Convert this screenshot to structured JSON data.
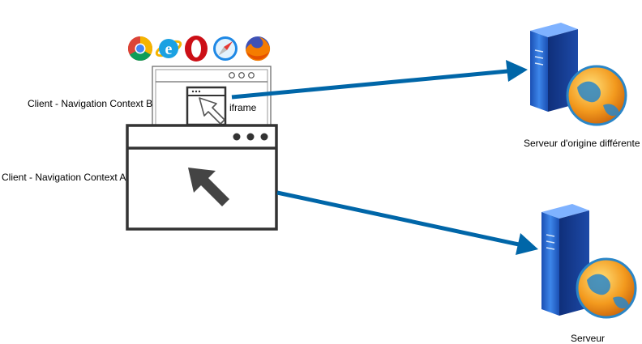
{
  "labels": {
    "context_b": "Client - Navigation Context B",
    "context_a": "Client - Navigation Context A",
    "iframe": "iframe",
    "server_other_origin": "Serveur d'origine différente",
    "server": "Serveur"
  },
  "browser_icons": [
    "chrome-icon",
    "internet-explorer-icon",
    "opera-icon",
    "safari-icon",
    "firefox-icon"
  ],
  "colors": {
    "arrow": "#0066a8",
    "window_dark": "#333333",
    "window_light": "#555555",
    "server_blue": "#2b6fd6",
    "globe_orange": "#f39a1e",
    "globe_blue": "#2a86c8"
  }
}
